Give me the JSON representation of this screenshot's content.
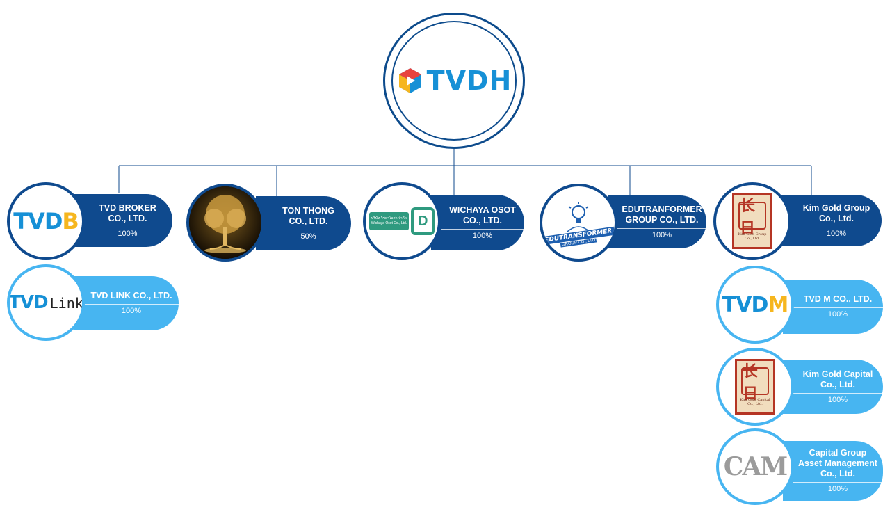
{
  "top": {
    "logo_text": "TVDH"
  },
  "colors": {
    "dark_blue": "#0f4a8e",
    "light_blue": "#47b5f1",
    "logo_blue": "#1690d6",
    "logo_yellow": "#f6b61e",
    "seal_red": "#b53524"
  },
  "companies": [
    {
      "name": "TVD BROKER\nCO., LTD.",
      "pct": "100%",
      "logo_main": "TVD",
      "logo_accent": "B"
    },
    {
      "name": "TVD LINK CO., LTD.",
      "pct": "100%",
      "logo_main": "TVD",
      "logo_accent": "Link"
    },
    {
      "name": "TON THONG\nCO., LTD.",
      "pct": "50%",
      "logo": "golden-tree-icon"
    },
    {
      "name": "WICHAYA OSOT\nCO., LTD.",
      "pct": "100%",
      "logo_thai": "บริษัท วิชยาโอสถ จำกัด",
      "logo_en": "Wichaya Osot Co., Ltd.",
      "logo_letter": "D"
    },
    {
      "name": "EDUTRANFORMER\nGROUP CO., LTD.",
      "pct": "100%",
      "logo_main": "EDUTRANSFORMER",
      "logo_sub": "GROUP CO., LTD"
    },
    {
      "name": "Kim Gold Group\nCo., Ltd.",
      "pct": "100%",
      "logo_glyph": "长日",
      "logo_caption": "Kim Gold Group Co., Ltd."
    },
    {
      "name": "TVD M CO., LTD.",
      "pct": "100%",
      "logo_main": "TVD",
      "logo_accent": "M"
    },
    {
      "name": "Kim Gold Capital\nCo., Ltd.",
      "pct": "100%",
      "logo_glyph": "长日",
      "logo_caption": "Kim Gold Capital Co., Ltd."
    },
    {
      "name": "Capital Group\nAsset Management\nCo., Ltd.",
      "pct": "100%",
      "logo_main": "CAM"
    }
  ]
}
